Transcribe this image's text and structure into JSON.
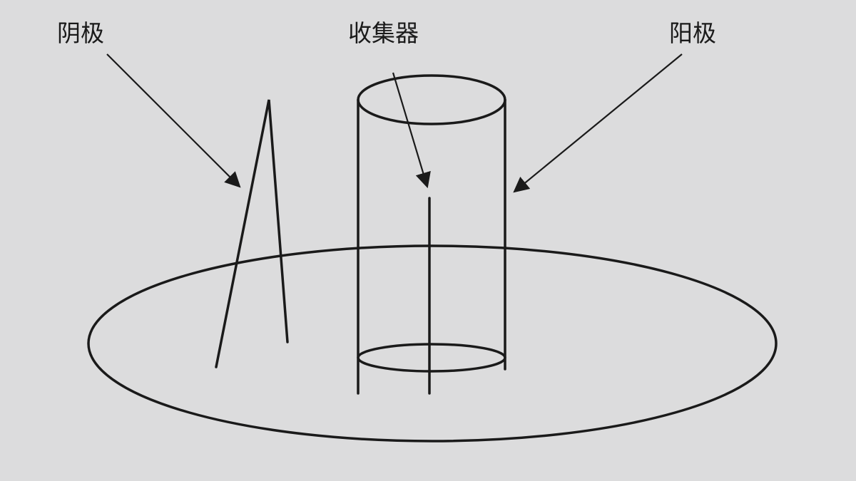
{
  "labels": {
    "cathode": "阴极",
    "collector": "收集器",
    "anode": "阳极"
  },
  "colors": {
    "background": "#dcdcdd",
    "stroke": "#1a1a1a"
  }
}
